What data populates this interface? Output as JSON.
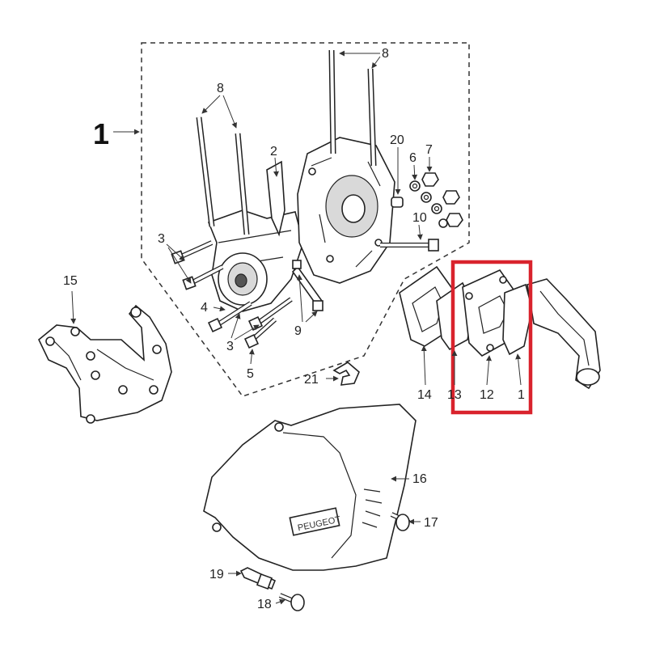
{
  "labels": {
    "assembly": "1",
    "p2": "2",
    "p3a": "3",
    "p3b": "3",
    "p4": "4",
    "p5": "5",
    "p6": "6",
    "p7": "7",
    "p8a": "8",
    "p8b": "8",
    "p9": "9",
    "p10": "10",
    "p11": "1",
    "p12": "12",
    "p13": "13",
    "p14": "14",
    "p15": "15",
    "p16": "16",
    "p17": "17",
    "p18": "18",
    "p19": "19",
    "p20": "20",
    "p21": "21"
  },
  "cover_logo": "PEUGEOT",
  "highlight_color": "#d9232d"
}
